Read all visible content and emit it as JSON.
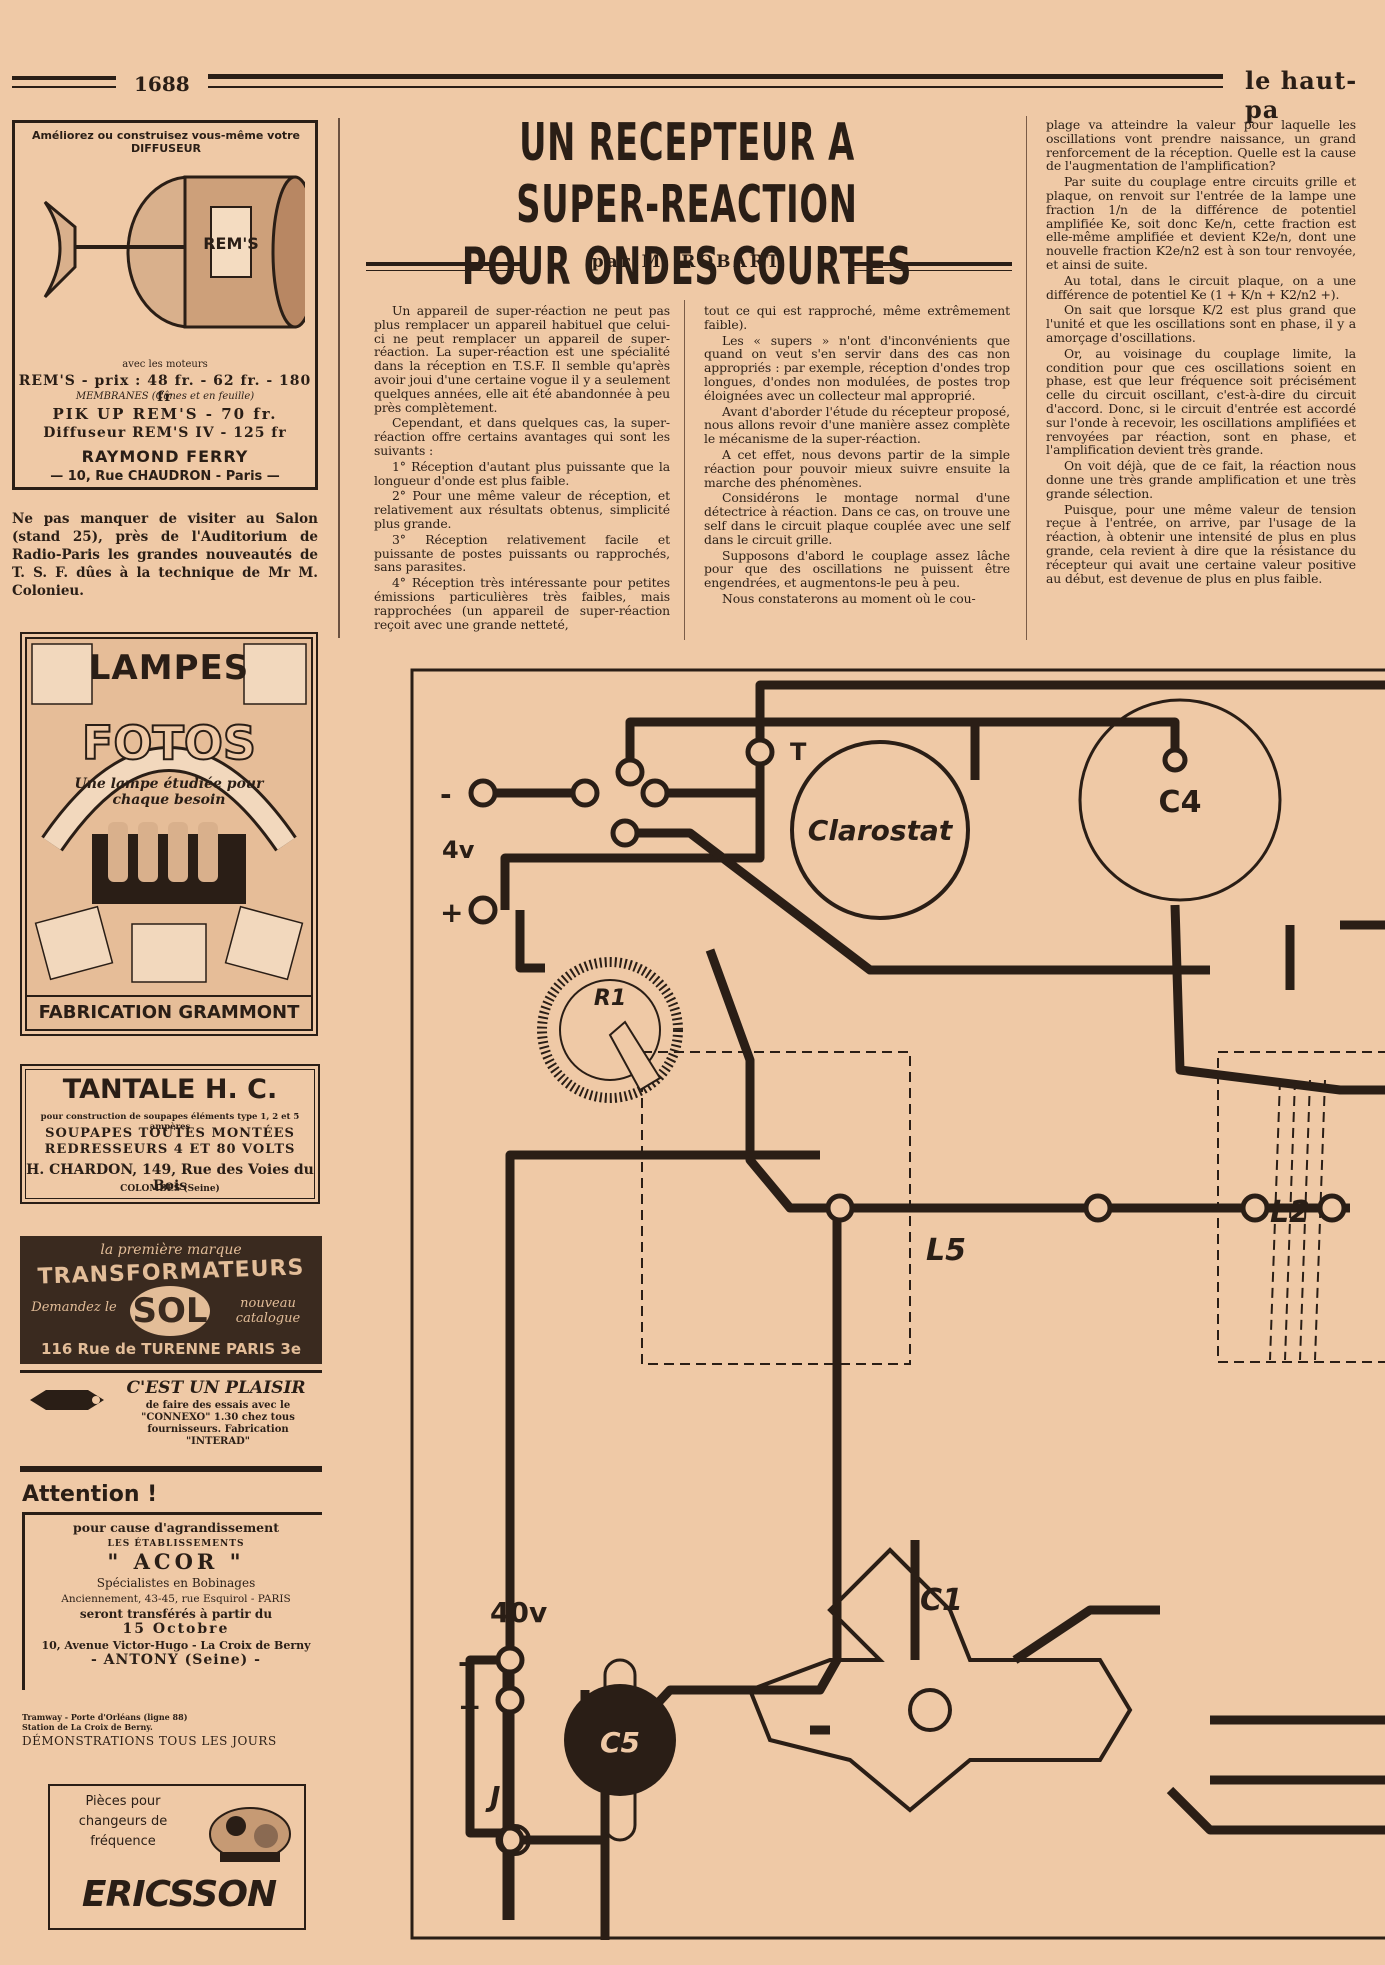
{
  "header": {
    "page_number": "1688",
    "publication": "le haut-pa"
  },
  "ads": {
    "rems": {
      "intro": "Améliorez ou construisez vous-même votre DIFFUSEUR",
      "motors": "avec les moteurs",
      "line1": "REM'S - prix : 48 fr. - 62 fr. - 180 fr",
      "line2": "MEMBRANES (Cônes et en feuille)",
      "line3": "PIK UP REM'S - 70 fr.",
      "line4": "Diffuseur REM'S IV - 125 fr",
      "company": "RAYMOND FERRY",
      "address": "— 10, Rue CHAUDRON - Paris —"
    },
    "salon": "Ne pas manquer de visiter au Salon (stand 25), près de l'Auditorium de Radio-Paris les grandes nouveautés de T. S. F. dûes à la technique de Mr M. Colonieu.",
    "fotos": {
      "title": "LAMPES",
      "brand": "FOTOS",
      "slogan": "Une lampe étudiée pour chaque besoin",
      "footer": "FABRICATION GRAMMONT"
    },
    "tantale": {
      "title": "TANTALE H. C.",
      "line1": "pour construction de soupapes éléments type 1, 2 et 5 ampères",
      "line2": "SOUPAPES TOUTES MONTÉES",
      "line3": "REDRESSEURS 4 ET 80 VOLTS",
      "line4": "H. CHARDON, 149, Rue des Voies du Bois",
      "line5": "COLOMBES (Seine)"
    },
    "sol": {
      "line1": "la première marque",
      "line2": "TRANSFORMATEURS",
      "brand": "SOL",
      "left": "Demandez le",
      "right": "nouveau catalogue",
      "address": "116 Rue de TURENNE PARIS 3e"
    },
    "connexo": {
      "title": "C'EST UN PLAISIR",
      "text": "de faire des essais avec le \"CONNEXO\" 1.30 chez tous fournisseurs. Fabrication \"INTERAD\""
    },
    "acor": {
      "title": "Attention !",
      "line1": "pour cause d'agrandissement",
      "line2": "LES ÉTABLISSEMENTS",
      "brand": "\" ACOR \"",
      "line3": "Spécialistes en Bobinages",
      "line4": "Anciennement, 43-45, rue Esquirol - PARIS",
      "line5": "seront transférés à partir du",
      "line6": "15 Octobre",
      "line7": "10, Avenue Victor-Hugo - La Croix de Berny",
      "line8": "- ANTONY (Seine) -",
      "line9": "Tramway - Porte d'Orléans (ligne 88)",
      "line10": "Station de La Croix de Berny.",
      "line11": "DÉMONSTRATIONS TOUS LES JOURS"
    },
    "ericsson": {
      "line1": "Pièces pour",
      "line2": "changeurs de",
      "line3": "fréquence",
      "brand": "ERICSSON"
    }
  },
  "article": {
    "title_line1": "UN RECEPTEUR A SUPER-REACTION",
    "title_line2": "POUR ONDES COURTES",
    "byline": "par M. ROBART",
    "col1": [
      "Un appareil de super-réaction ne peut pas plus remplacer un appareil habituel que celui-ci ne peut remplacer un appareil de super-réaction. La super-réaction est une spécialité dans la réception en T.S.F. Il semble qu'après avoir joui d'une certaine vogue il y a seulement quelques années, elle ait été abandonnée à peu près complètement.",
      "Cependant, et dans quelques cas, la super-réaction offre certains avantages qui sont les suivants :",
      "1° Réception d'autant plus puissante que la longueur d'onde est plus faible.",
      "2° Pour une même valeur de réception, et relativement aux résultats obtenus, simplicité plus grande.",
      "3° Réception relativement facile et puissante de postes puissants ou rapprochés, sans parasites.",
      "4° Réception très intéressante pour petites émissions particulières très faibles, mais rapprochées (un appareil de super-réaction reçoit avec une grande netteté,"
    ],
    "col2": [
      "tout ce qui est rapproché, même extrêmement faible).",
      "Les « supers » n'ont d'inconvénients que quand on veut s'en servir dans des cas non appropriés : par exemple, réception d'ondes trop longues, d'ondes non modulées, de postes trop éloignées avec un collecteur mal approprié.",
      "Avant d'aborder l'étude du récepteur proposé, nous allons revoir d'une manière assez complète le mécanisme de la super-réaction.",
      "A cet effet, nous devons partir de la simple réaction pour pouvoir mieux suivre ensuite la marche des phénomènes.",
      "Considérons le montage normal d'une détectrice à réaction. Dans ce cas, on trouve une self dans le circuit plaque couplée avec une self dans le circuit grille.",
      "Supposons d'abord le couplage assez lâche pour que des oscillations ne puissent être engendrées, et augmentons-le peu à peu.",
      "Nous constaterons au moment où le cou-"
    ],
    "col3": [
      "plage va atteindre la valeur pour laquelle les oscillations vont prendre naissance, un grand renforcement de la réception. Quelle est la cause de l'augmentation de l'amplification?",
      "Par suite du couplage entre circuits grille et plaque, on renvoit sur l'entrée de la lampe une fraction 1/n de la différence de potentiel amplifiée Ke, soit donc Ke/n, cette fraction est elle-même amplifiée et devient K2e/n, dont une nouvelle fraction K2e/n2 est à son tour renvoyée, et ainsi de suite.",
      "Au total, dans le circuit plaque, on a une différence de potentiel Ke (1 + K/n + K2/n2 +).",
      "On sait que lorsque K/2 est plus grand que l'unité et que les oscillations sont en phase, il y a amorçage d'oscillations.",
      "Or, au voisinage du couplage limite, la condition pour que ces oscillations soient en phase, est que leur fréquence soit précisément celle du circuit oscillant, c'est-à-dire du circuit d'accord. Donc, si le circuit d'entrée est accordé sur l'onde à recevoir, les oscillations amplifiées et renvoyées par réaction, sont en phase, et l'amplification devient très grande.",
      "On voit déjà, que de ce fait, la réaction nous donne une très grande amplification et une très grande sélection.",
      "Puisque, pour une même valeur de tension reçue à l'entrée, on arrive, par l'usage de la réaction, à obtenir une intensité de plus en plus grande, cela revient à dire que la résistance du récepteur qui avait une certaine valeur positive au début, est devenue de plus en plus faible."
    ]
  },
  "diagram": {
    "t": "T",
    "minus1": "-",
    "plus1": "+",
    "v4": "4v",
    "clarostat": "Clarostat",
    "c4": "C4",
    "r1": "R1",
    "l5": "L5",
    "l2": "L2",
    "minus2": "-",
    "v40": "40v",
    "plus2": "+",
    "c1": "C1",
    "c5": "C5",
    "j": "J"
  }
}
